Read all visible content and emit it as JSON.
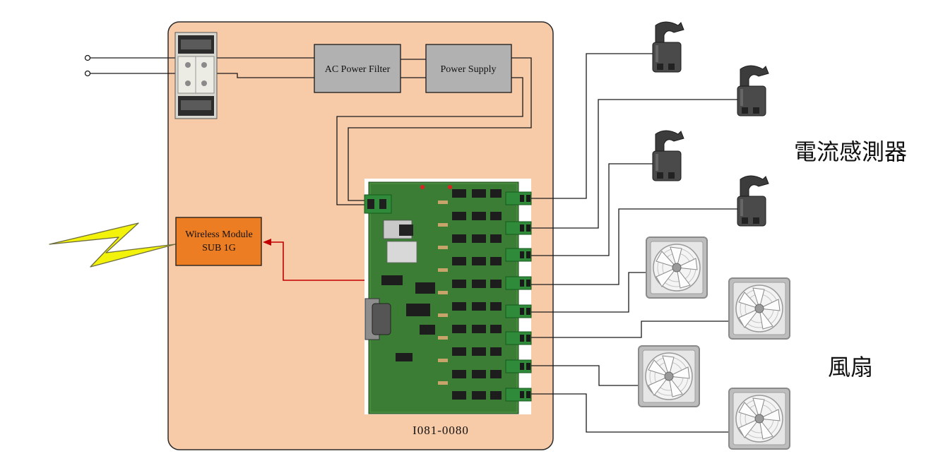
{
  "blocks": {
    "ac_filter": "AC Power Filter",
    "power_supply": "Power Supply",
    "wireless_line1": "Wireless Module",
    "wireless_line2": "SUB 1G",
    "board_model": "I081-0080"
  },
  "groups": {
    "sensors_label": "電流感測器",
    "fans_label": "風扇"
  },
  "colors": {
    "panel_fill": "#f8cba8",
    "block_fill": "#b1b1b1",
    "wireless_fill": "#ed7d22",
    "pcb_green": "#3b7d34",
    "arrow_red": "#c00000",
    "bolt_yellow": "#f2f20a"
  },
  "icons": [
    "terminal-block-icon",
    "pcb-board-icon",
    "current-sensor-icon",
    "fan-icon",
    "lightning-bolt-icon"
  ]
}
